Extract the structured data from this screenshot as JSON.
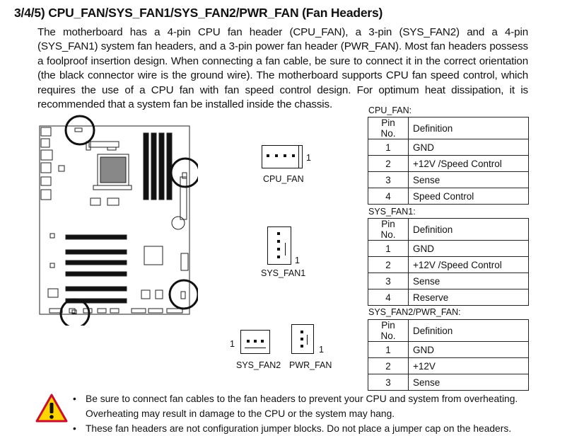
{
  "title": "3/4/5) CPU_FAN/SYS_FAN1/SYS_FAN2/PWR_FAN (Fan Headers)",
  "paragraph": "The motherboard has a 4-pin CPU fan header (CPU_FAN), a 3-pin (SYS_FAN2) and a 4-pin (SYS_FAN1) system fan headers, and a 3-pin power fan header (PWR_FAN). Most fan headers possess a foolproof insertion design. When connecting a fan cable, be sure to connect it in the correct orientation (the black connector wire is the ground wire). The motherboard supports CPU fan speed control, which requires the use of a CPU fan with fan speed control design. For optimum heat dissipation, it is recommended that a system fan be installed inside the chassis.",
  "diagram": {
    "cpu_fan": {
      "label": "CPU_FAN",
      "pin1": "1"
    },
    "sys_fan1": {
      "label": "SYS_FAN1",
      "pin1": "1"
    },
    "sys_fan2": {
      "label": "SYS_FAN2",
      "pin1": "1"
    },
    "pwr_fan": {
      "label": "PWR_FAN",
      "pin1": "1"
    }
  },
  "tables": [
    {
      "caption": "CPU_FAN:",
      "header": [
        "Pin No.",
        "Definition"
      ],
      "rows": [
        [
          "1",
          "GND"
        ],
        [
          "2",
          "+12V /Speed Control"
        ],
        [
          "3",
          "Sense"
        ],
        [
          "4",
          "Speed Control"
        ]
      ]
    },
    {
      "caption": "SYS_FAN1:",
      "header": [
        "Pin No.",
        "Definition"
      ],
      "rows": [
        [
          "1",
          "GND"
        ],
        [
          "2",
          "+12V /Speed Control"
        ],
        [
          "3",
          "Sense"
        ],
        [
          "4",
          "Reserve"
        ]
      ]
    },
    {
      "caption": "SYS_FAN2/PWR_FAN:",
      "header": [
        "Pin No.",
        "Definition"
      ],
      "rows": [
        [
          "1",
          "GND"
        ],
        [
          "2",
          "+12V"
        ],
        [
          "3",
          "Sense"
        ]
      ]
    }
  ],
  "notes": [
    "Be sure to connect fan cables to the fan headers to prevent your CPU and system from overheating. Overheating may result in damage to the CPU or the system may hang.",
    "These fan headers are not configuration jumper blocks. Do not place a jumper cap on the headers."
  ],
  "colors": {
    "warning_fill": "#ffd400",
    "warning_stroke": "#c8102e"
  }
}
